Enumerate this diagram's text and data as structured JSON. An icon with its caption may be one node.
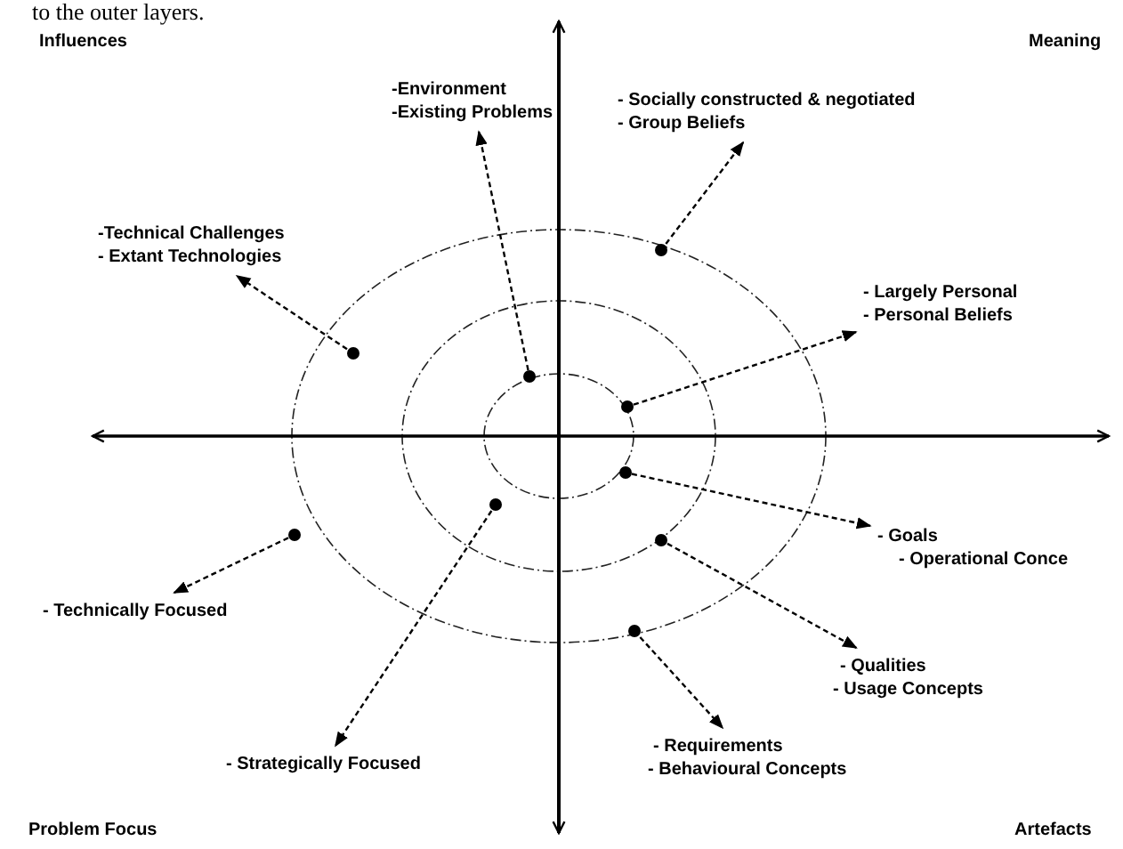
{
  "diagram": {
    "nodes": [
      {
        "text": [
          "-Environment",
          "-Existing Problems"
        ]
      },
      {
        "text": [
          "- Socially constructed & negotiated",
          "- Group Beliefs"
        ]
      },
      {
        "text": [
          "-Technical Challenges",
          "- Extant Technologies"
        ]
      },
      {
        "text": [
          "- Largely Personal",
          "- Personal Beliefs"
        ]
      },
      {
        "text": [
          "- Goals",
          "- Operational Conce"
        ]
      },
      {
        "text": [
          "- Technically Focused"
        ]
      },
      {
        "text": [
          "- Qualities",
          "- Usage Concepts"
        ]
      },
      {
        "text": [
          "- Strategically Focused"
        ]
      },
      {
        "text": [
          "- Requirements",
          "- Behavioural Concepts"
        ]
      },
      {
        "text": [],
        "shape": "circle"
      },
      {
        "text": [],
        "shape": "circle"
      },
      {
        "text": [],
        "shape": "circle"
      },
      {
        "text": [],
        "shape": "circle"
      },
      {
        "text": [],
        "shape": "circle"
      },
      {
        "text": [],
        "shape": "circle"
      },
      {
        "text": [],
        "shape": "circle"
      },
      {
        "text": [],
        "shape": "circle"
      },
      {
        "text": [],
        "shape": "circle"
      }
    ],
    "edges": [
      {
        "from": 9,
        "to": 0,
        "arrow": "to",
        "style": "dashed"
      },
      {
        "from": 10,
        "to": 2,
        "arrow": "to",
        "style": "dashed"
      },
      {
        "from": 11,
        "to": 1,
        "arrow": "to",
        "style": "dashed"
      },
      {
        "from": 12,
        "to": 3,
        "arrow": "to",
        "style": "dashed"
      },
      {
        "from": 13,
        "to": 5,
        "arrow": "to",
        "style": "dashed"
      },
      {
        "from": 14,
        "to": 7,
        "arrow": "to",
        "style": "dashed"
      },
      {
        "from": 15,
        "to": 4,
        "arrow": "to",
        "style": "dashed"
      },
      {
        "from": 16,
        "to": 6,
        "arrow": "to",
        "style": "dashed"
      },
      {
        "from": 17,
        "to": 8,
        "arrow": "to",
        "style": "dashed"
      }
    ],
    "labels": [
      "to the outer layers.",
      "Influences",
      "Meaning",
      "Problem Focus",
      "Artefacts"
    ]
  }
}
